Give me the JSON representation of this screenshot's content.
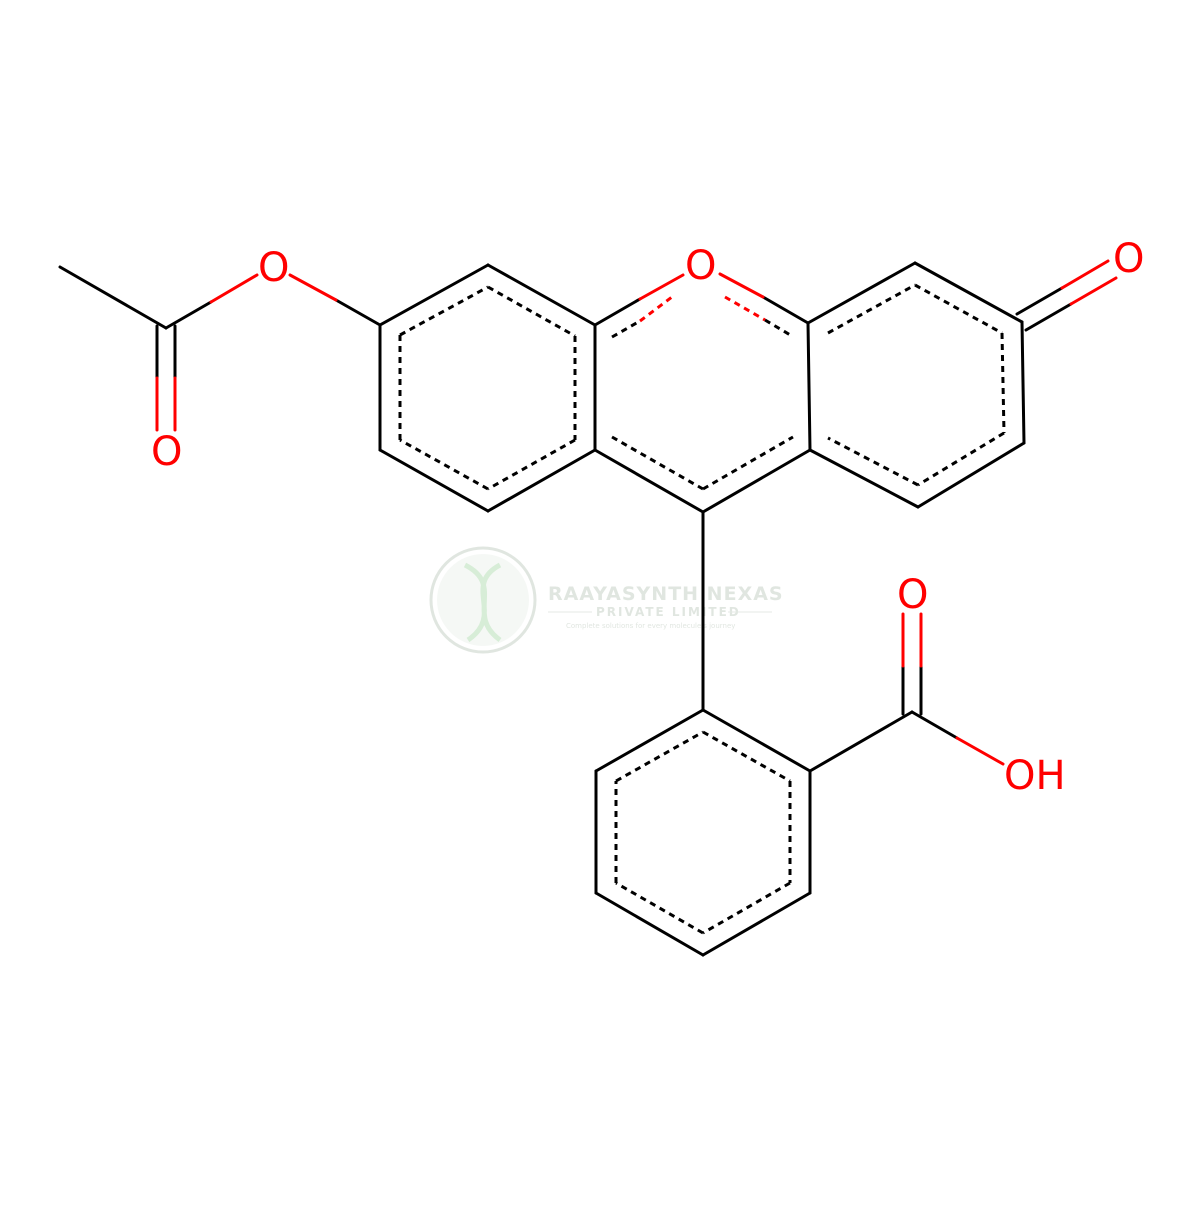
{
  "colors": {
    "background": "#ffffff",
    "bond": "#000000",
    "oxygen": "#ff0000",
    "watermark": "#c8d2c8",
    "watermark_accent": "#d8f0d8"
  },
  "atom_labels": {
    "ester_oxygen": "O",
    "carbonyl_oxygen": "O",
    "ring_oxygen": "O",
    "ketone_oxygen": "O",
    "acid_carbonyl_oxygen": "O",
    "acid_hydroxyl": "OH"
  },
  "watermark": {
    "company": "RAAYASYNTH NEXAS",
    "subtitle": "PRIVATE LIMITED",
    "tagline": "Complete solutions for every molecule's journey"
  }
}
